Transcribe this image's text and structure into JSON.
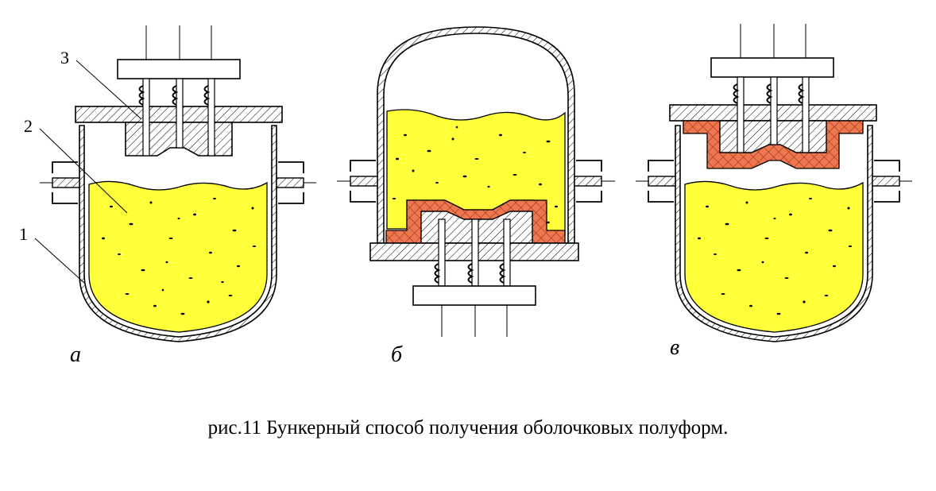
{
  "figure": {
    "part_labels": {
      "a": "а",
      "b": "б",
      "c": "в"
    },
    "callouts": {
      "one": "1",
      "two": "2",
      "three": "3"
    },
    "caption": "рис.11 Бункерный способ получения оболочковых полуформ."
  },
  "colors": {
    "sand": "#ffff3a",
    "shell": "#ee7750",
    "outline": "#000000",
    "background": "#ffffff"
  }
}
